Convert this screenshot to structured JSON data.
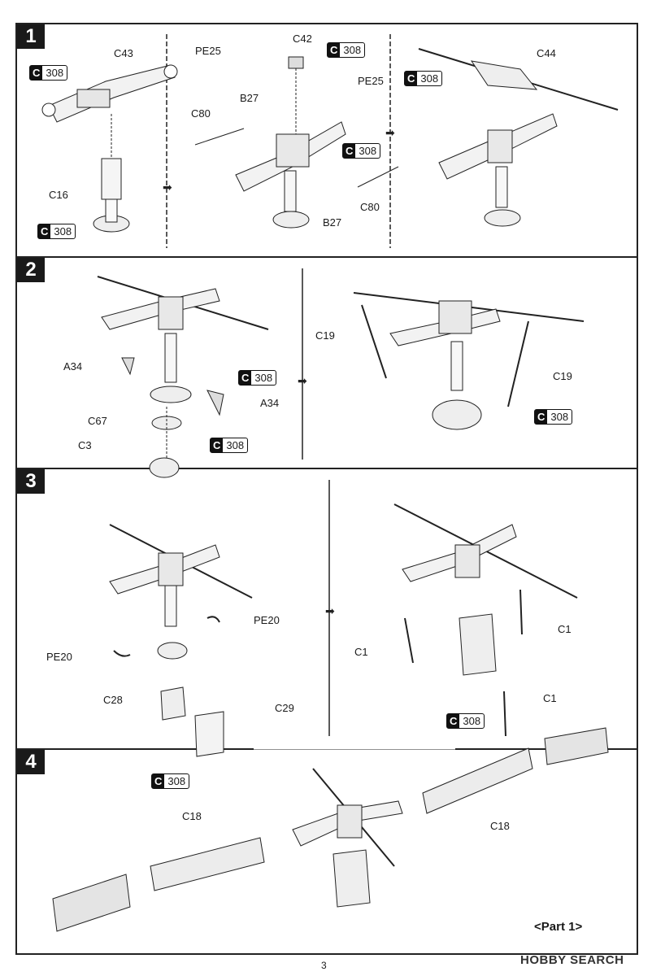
{
  "steps": [
    "1",
    "2",
    "3",
    "4"
  ],
  "cement_badge": {
    "letter": "C",
    "number": "308"
  },
  "step1": {
    "labels": {
      "c43": "C43",
      "c16": "C16",
      "pe25a": "PE25",
      "pe25b": "PE25",
      "c42": "C42",
      "b27a": "B27",
      "b27b": "B27",
      "c80a": "C80",
      "c80b": "C80",
      "c44": "C44"
    }
  },
  "step2": {
    "labels": {
      "a34a": "A34",
      "a34b": "A34",
      "c67": "C67",
      "c3": "C3",
      "c19a": "C19",
      "c19b": "C19"
    }
  },
  "step3": {
    "labels": {
      "pe20a": "PE20",
      "pe20b": "PE20",
      "c28": "C28",
      "c29": "C29",
      "c1a": "C1",
      "c1b": "C1",
      "c1c": "C1"
    }
  },
  "step4": {
    "labels": {
      "c18a": "C18",
      "c18b": "C18"
    }
  },
  "footer": {
    "part": "<Part 1>",
    "page": "3",
    "watermark": "HOBBY SEARCH"
  }
}
